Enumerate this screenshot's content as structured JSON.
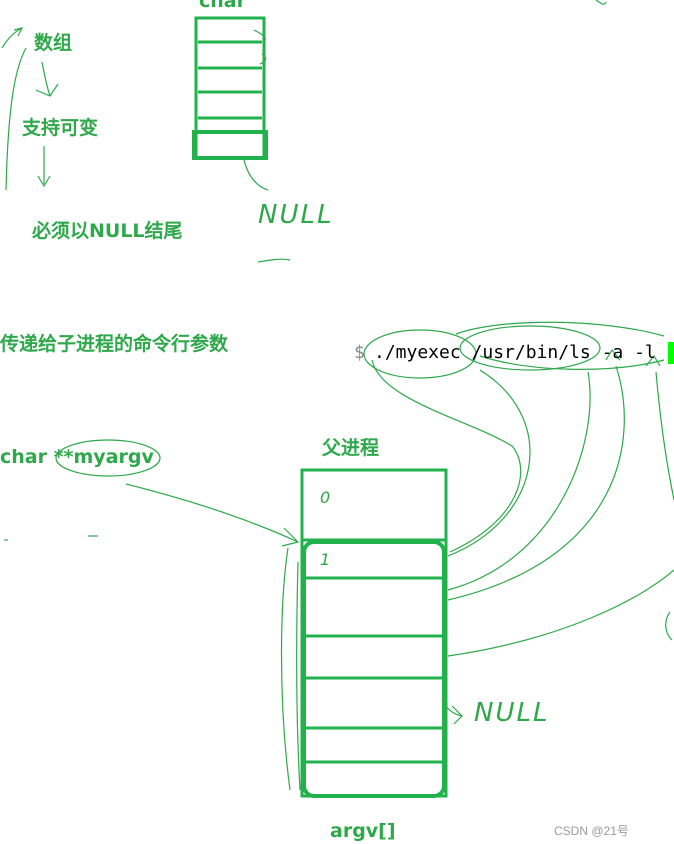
{
  "labels": {
    "char_label": "char",
    "array_label": "数组",
    "variable_label": "支持可变",
    "null_end_label": "必须以NULL结尾",
    "args_label": "传递给子进程的命令行参数",
    "char_ptr_label": "char **myargv",
    "parent_label": "父进程",
    "argv_label": "argv[]"
  },
  "command": {
    "prefix": "$",
    "text": "./myexec /usr/bin/ls -a -l"
  },
  "handwritten": {
    "null_top": "NULL",
    "null_bottom": "NULL",
    "zero": "0",
    "one": "1"
  },
  "watermark": "CSDN @21号",
  "colors": {
    "box": "#22b24c",
    "text": "#2ea84a",
    "cursor": "#00ff00"
  }
}
